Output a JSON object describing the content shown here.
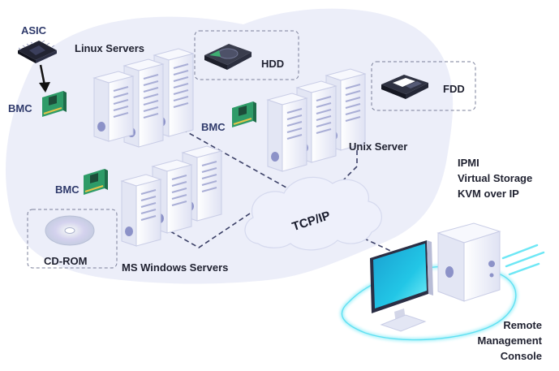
{
  "labels": {
    "asic": "ASIC",
    "bmc_left": "BMC",
    "linux_servers": "Linux Servers",
    "hdd": "HDD",
    "bmc_middle": "BMC",
    "fdd": "FDD",
    "unix_server": "Unix Server",
    "bmc_lower": "BMC",
    "cd_rom": "CD-ROM",
    "ms_windows_servers": "MS Windows Servers",
    "tcp_ip": "TCP/IP",
    "features": [
      "IPMI",
      "Virtual Storage",
      "KVM over IP"
    ],
    "remote_console": [
      "Remote",
      "Management",
      "Console"
    ]
  },
  "colors": {
    "cloud_fill": "#eceef9",
    "server_fill": "#f4f5fb",
    "server_edge": "#c9cde6",
    "server_accent": "#8c92c8",
    "bmc_board": "#2e9b68",
    "screen_fill": "#1cc8e6",
    "glow": "#6ee7f5",
    "dashed_line": "#3a3f66"
  },
  "icons": [
    "asic-chip-icon",
    "bmc-card-icon",
    "hdd-icon",
    "fdd-icon",
    "cd-rom-icon",
    "server-icon",
    "monitor-icon"
  ]
}
